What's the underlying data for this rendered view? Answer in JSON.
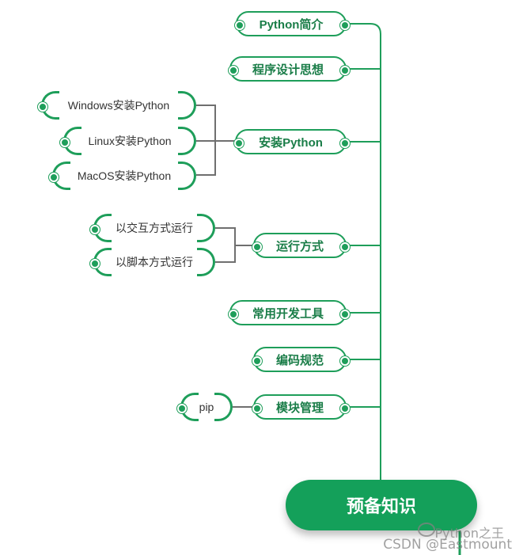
{
  "root": {
    "label": "预备知识"
  },
  "topics": [
    {
      "label": "Python简介"
    },
    {
      "label": "程序设计思想"
    },
    {
      "label": "安装Python",
      "children": [
        "Windows安装Python",
        "Linux安装Python",
        "MacOS安装Python"
      ]
    },
    {
      "label": "运行方式",
      "children": [
        "以交互方式运行",
        "以脚本方式运行"
      ]
    },
    {
      "label": "常用开发工具"
    },
    {
      "label": "编码规范"
    },
    {
      "label": "模块管理",
      "children": [
        "pip"
      ]
    }
  ],
  "watermark": {
    "wechat": "Python之王",
    "csdn": "CSDN @Eastmount"
  },
  "colors": {
    "line": "#1e9e5a",
    "branch": "#6f6f6f",
    "root_bg": "#14a05a"
  }
}
